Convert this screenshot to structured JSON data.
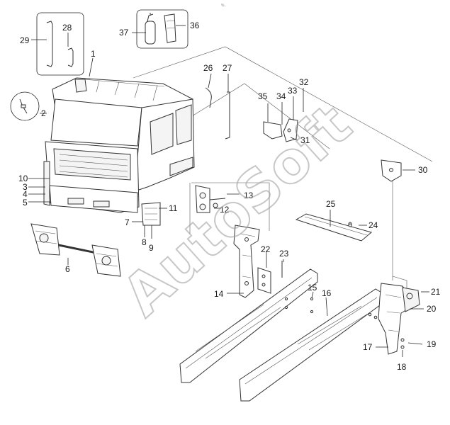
{
  "header": {
    "mark": "%.."
  },
  "watermark": "AutoSoft",
  "callouts": [
    "1",
    "2",
    "3",
    "4",
    "5",
    "6",
    "7",
    "8",
    "9",
    "10",
    "11",
    "12",
    "13",
    "14",
    "15",
    "16",
    "17",
    "18",
    "19",
    "20",
    "21",
    "22",
    "23",
    "24",
    "25",
    "26",
    "27",
    "28",
    "29",
    "30",
    "31",
    "32",
    "33",
    "34",
    "35",
    "36",
    "37"
  ]
}
